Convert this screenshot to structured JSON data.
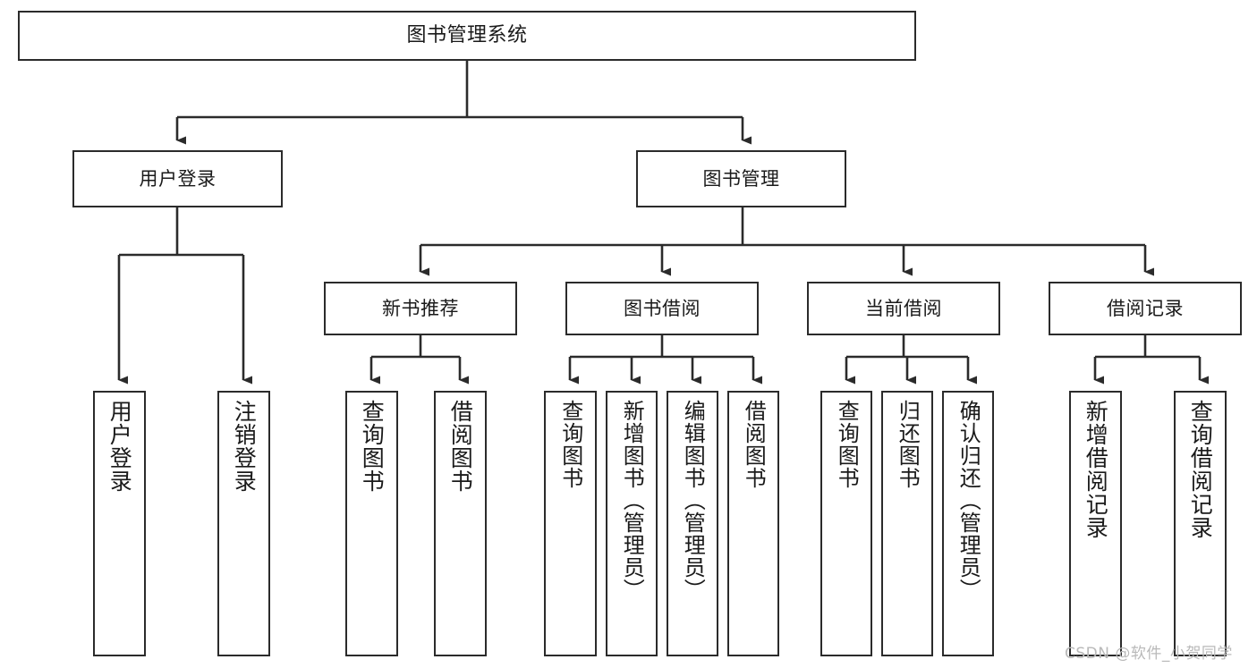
{
  "diagram": {
    "type": "tree",
    "title": "图书管理系统",
    "root": {
      "label": "图书管理系统"
    },
    "level2": [
      {
        "label": "用户登录"
      },
      {
        "label": "图书管理"
      }
    ],
    "level3": [
      {
        "label": "新书推荐"
      },
      {
        "label": "图书借阅"
      },
      {
        "label": "当前借阅"
      },
      {
        "label": "借阅记录"
      }
    ],
    "leaves_user_login": [
      {
        "label": "用户登录"
      },
      {
        "label": "注销登录"
      }
    ],
    "leaves_new_book": [
      {
        "label": "查询图书"
      },
      {
        "label": "借阅图书"
      }
    ],
    "leaves_book_borrow": [
      {
        "label": "查询图书"
      },
      {
        "label": "新增图书（管理员）"
      },
      {
        "label": "编辑图书（管理员）"
      },
      {
        "label": "借阅图书"
      }
    ],
    "leaves_current_borrow": [
      {
        "label": "查询图书"
      },
      {
        "label": "归还图书"
      },
      {
        "label": "确认归还（管理员）"
      }
    ],
    "leaves_borrow_record": [
      {
        "label": "新增借阅记录"
      },
      {
        "label": "查询借阅记录"
      }
    ]
  },
  "watermark": {
    "text": "CSDN @软件_小贺同学"
  },
  "colors": {
    "stroke": "#2b2b2b",
    "fill": "#ffffff",
    "text": "#1a1a1a",
    "watermark": "#b9b9b9"
  }
}
